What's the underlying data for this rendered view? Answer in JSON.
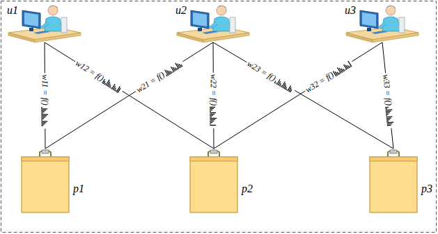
{
  "diagram": {
    "nodes": [
      {
        "text": [
          "u1"
        ]
      },
      {
        "text": [
          "u2"
        ]
      },
      {
        "text": [
          "u3"
        ]
      },
      {
        "text": [
          "p1"
        ]
      },
      {
        "text": [
          "p2"
        ]
      },
      {
        "text": [
          "p3"
        ]
      }
    ],
    "edges": [
      {
        "from": 0,
        "to": 3,
        "arrow": "none",
        "label": "w11 = f()"
      },
      {
        "from": 0,
        "to": 4,
        "arrow": "none",
        "label": "w12 = f()"
      },
      {
        "from": 1,
        "to": 3,
        "arrow": "none",
        "label": "w21 = f()"
      },
      {
        "from": 1,
        "to": 4,
        "arrow": "none",
        "label": "w22 = f()"
      },
      {
        "from": 1,
        "to": 5,
        "arrow": "none",
        "label": "w23 = f()"
      },
      {
        "from": 2,
        "to": 4,
        "arrow": "none",
        "label": "w32 = f()"
      },
      {
        "from": 2,
        "to": 5,
        "arrow": "none",
        "label": "w33 = f()"
      }
    ]
  }
}
